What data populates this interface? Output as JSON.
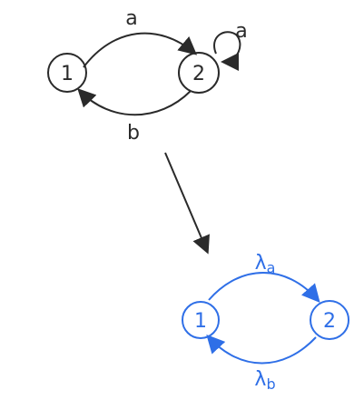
{
  "colors": {
    "ink": "#2a2a2a",
    "accent": "#2f6fe7"
  },
  "diagram_top": {
    "nodes": {
      "n1": {
        "label": "1"
      },
      "n2": {
        "label": "2"
      }
    },
    "edges": {
      "a_1_to_2": {
        "label": "a"
      },
      "a_loop_2": {
        "label": "a"
      },
      "b_2_to_1": {
        "label": "b"
      }
    }
  },
  "diagram_bottom": {
    "nodes": {
      "n1": {
        "label": "1"
      },
      "n2": {
        "label": "2"
      }
    },
    "edges": {
      "la_1_to_2": {
        "label_main": "λ",
        "label_sub": "a"
      },
      "lb_2_to_1": {
        "label_main": "λ",
        "label_sub": "b"
      }
    }
  }
}
